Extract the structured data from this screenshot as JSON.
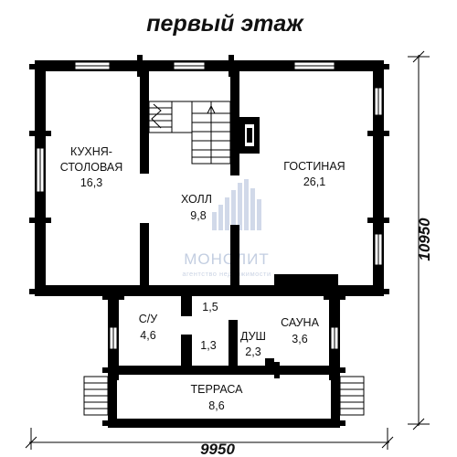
{
  "title": "первый этаж",
  "rooms": {
    "kitchen": {
      "name_line1": "КУХНЯ-",
      "name_line2": "СТОЛОВАЯ",
      "area": "16,3"
    },
    "living": {
      "name": "ГОСТИНАЯ",
      "area": "26,1"
    },
    "hall": {
      "name": "ХОЛЛ",
      "area": "9,8"
    },
    "bath": {
      "name": "С/У",
      "area": "4,6"
    },
    "corridor": {
      "area": "1,5"
    },
    "passage": {
      "area": "1,3"
    },
    "shower": {
      "name": "ДУШ",
      "area": "2,3"
    },
    "sauna": {
      "name": "САУНА",
      "area": "3,6"
    },
    "terrace": {
      "name": "ТЕРРАСА",
      "area": "8,6"
    }
  },
  "dimensions": {
    "width": "9950",
    "height": "10950"
  },
  "watermark": {
    "name": "МОНОЛИТ",
    "tagline": "агентство недвижимости"
  },
  "colors": {
    "wall": "#000000",
    "watermark": "#b9c6dc"
  }
}
